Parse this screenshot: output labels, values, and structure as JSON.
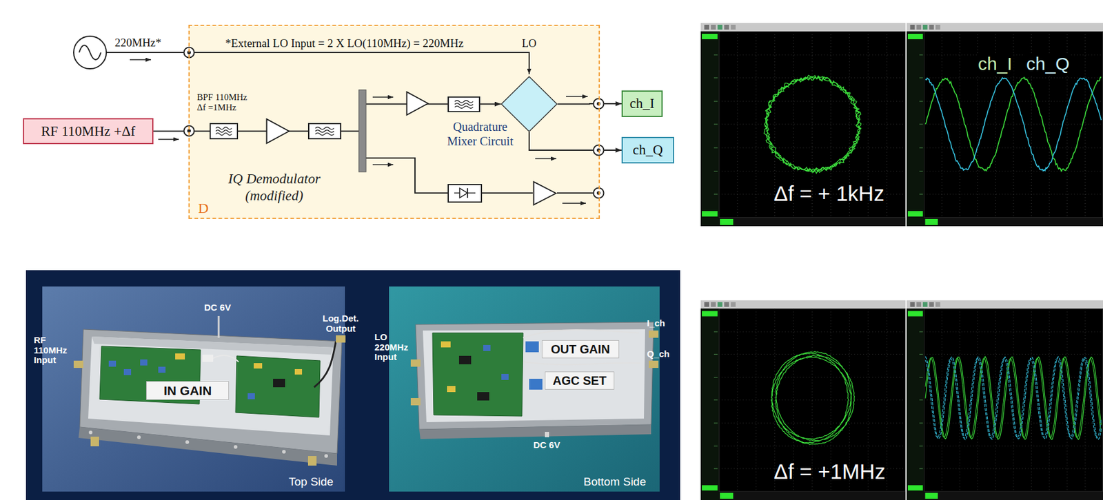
{
  "diagram": {
    "nodes": [
      {
        "text": [
          "RF 110MHz +Δf"
        ]
      },
      {
        "text": [
          "IQ Demodulator (modified)"
        ]
      },
      {
        "text": [
          "Quadrature Mixer Circuit"
        ],
        "in": 1
      },
      {
        "text": [
          "ch_I"
        ]
      },
      {
        "text": [
          "ch_Q"
        ]
      }
    ],
    "edges": [
      {
        "from": 0,
        "to": 2,
        "arrow": "to"
      },
      {
        "from": 2,
        "to": 3,
        "arrow": "to"
      },
      {
        "from": 2,
        "to": 4,
        "arrow": "to"
      }
    ],
    "labels": [
      "220MHz*",
      "*External LO Input = 2 X LO(110MHz) = 220MHz",
      "LO",
      "BPF 110MHz Δf =1MHz",
      "D",
      "Δf = + 1kHz",
      "ch_I",
      "ch_Q",
      "DC 6V",
      "Log.Det. Output",
      "RF 110MHz Input",
      "IN GAIN",
      "Top Side",
      "LO 220MHz Input",
      "I_ch",
      "OUT GAIN",
      "Q_ch",
      "AGC SET",
      "DC 6V",
      "Bottom Side",
      "Δf = +1MHz"
    ]
  }
}
